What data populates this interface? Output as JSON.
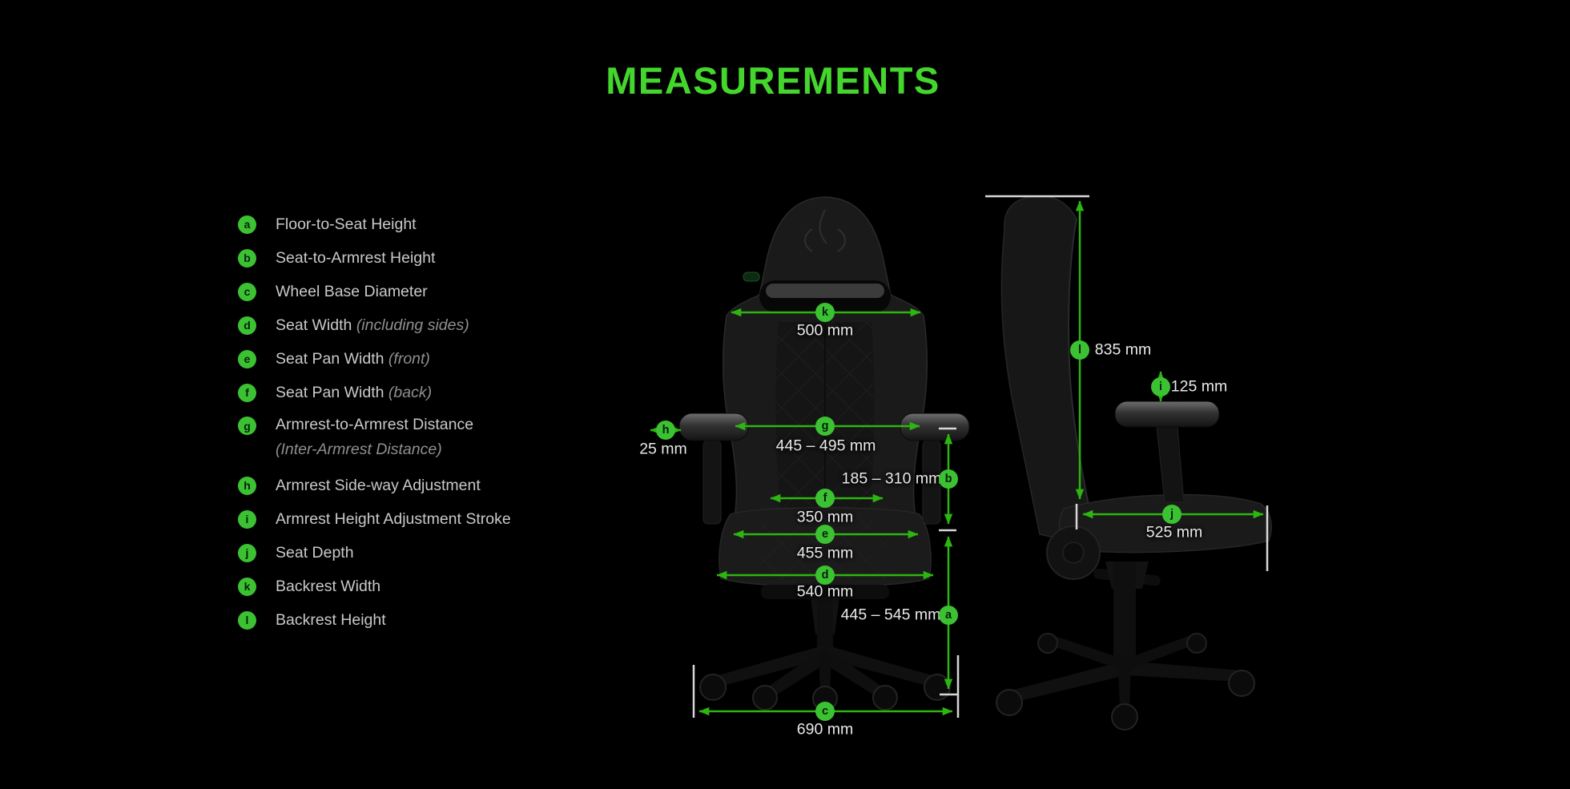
{
  "page": {
    "title": "MEASUREMENTS",
    "colors": {
      "background": "#000000",
      "accent_title": "#44d62c",
      "badge_green": "#3cc132",
      "arrow_green": "#2db511",
      "label_text": "#e9e9e9",
      "legend_text": "#c9c9c9"
    }
  },
  "legend": {
    "items": [
      {
        "letter": "a",
        "label": "Floor-to-Seat Height"
      },
      {
        "letter": "b",
        "label": "Seat-to-Armrest Height"
      },
      {
        "letter": "c",
        "label": "Wheel Base Diameter"
      },
      {
        "letter": "d",
        "label": "Seat Width",
        "note": "(including sides)"
      },
      {
        "letter": "e",
        "label": "Seat Pan Width",
        "note": "(front)"
      },
      {
        "letter": "f",
        "label": "Seat Pan Width",
        "note": "(back)"
      },
      {
        "letter": "g",
        "label": "Armrest-to-Armrest Distance",
        "subline": "(Inter-Armrest Distance)"
      },
      {
        "letter": "h",
        "label": "Armrest Side-way Adjustment"
      },
      {
        "letter": "i",
        "label": "Armrest Height Adjustment Stroke"
      },
      {
        "letter": "j",
        "label": "Seat Depth"
      },
      {
        "letter": "k",
        "label": "Backrest Width"
      },
      {
        "letter": "l",
        "label": "Backrest Height"
      }
    ]
  },
  "front_view": {
    "measurements": {
      "k": {
        "letter": "k",
        "value": "500 mm"
      },
      "h": {
        "letter": "h",
        "value": "25 mm"
      },
      "g": {
        "letter": "g",
        "value": "445 – 495 mm"
      },
      "b": {
        "letter": "b",
        "value": "185 – 310 mm"
      },
      "f": {
        "letter": "f",
        "value": "350 mm"
      },
      "e": {
        "letter": "e",
        "value": "455 mm"
      },
      "d": {
        "letter": "d",
        "value": "540 mm"
      },
      "a": {
        "letter": "a",
        "value": "445 – 545 mm"
      },
      "c": {
        "letter": "c",
        "value": "690 mm"
      }
    }
  },
  "side_view": {
    "measurements": {
      "l": {
        "letter": "l",
        "value": "835 mm"
      },
      "i": {
        "letter": "i",
        "value": "125 mm"
      },
      "j": {
        "letter": "j",
        "value": "525 mm"
      }
    }
  }
}
